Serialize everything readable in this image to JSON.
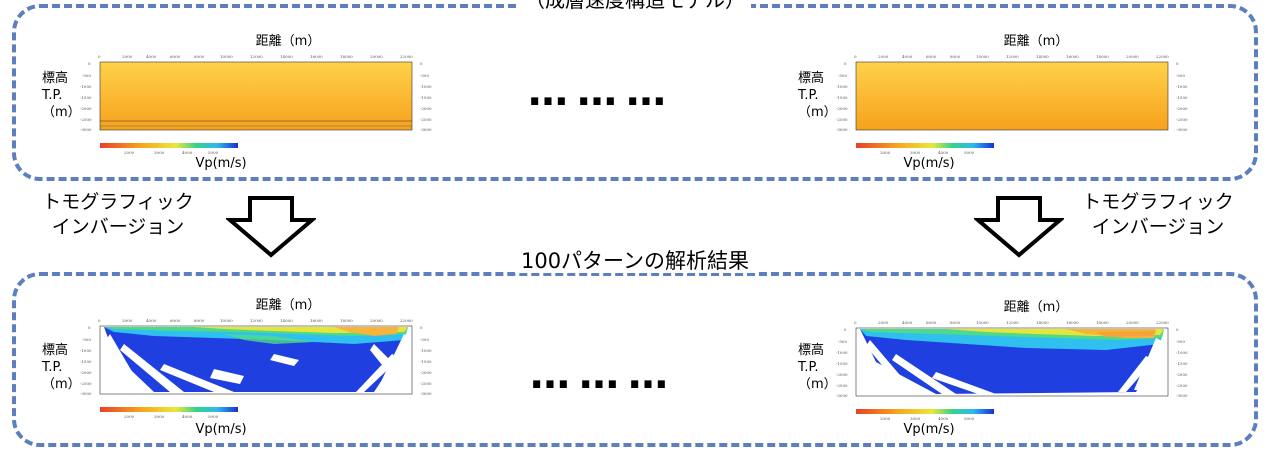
{
  "top_caption": "（成層速度構造モデル）",
  "middle_caption": "100パターンの解析結果",
  "inversion_label_line1": "トモグラフィック",
  "inversion_label_line2": "インバージョン",
  "ellipsis": "………",
  "axis": {
    "distance_title": "距離（m）",
    "elevation_line1": "標高",
    "elevation_line2": "T.P.",
    "elevation_line3": "（m）",
    "velocity_title": "Vp(m/s)"
  },
  "colors": {
    "frame": "#5b7fbf",
    "model_fill_top": "#ffd24a",
    "model_fill_bottom": "#f7a51e",
    "velocity_low": "#e8402a",
    "velocity_high": "#1a2fd6"
  }
}
